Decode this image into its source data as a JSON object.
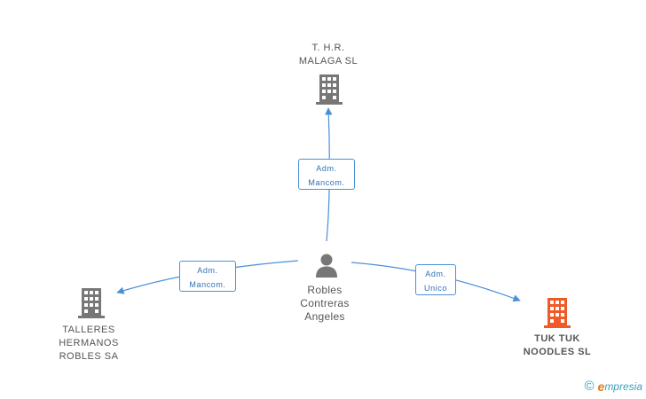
{
  "nodes": {
    "thr": {
      "lines": [
        "T. H.R.",
        "MALAGA SL"
      ]
    },
    "talleres": {
      "lines": [
        "TALLERES",
        "HERMANOS",
        "ROBLES SA"
      ]
    },
    "tuktuk": {
      "lines": [
        "TUK TUK",
        "NOODLES  SL"
      ]
    },
    "person": {
      "lines": [
        "Robles",
        "Contreras",
        "Angeles"
      ]
    }
  },
  "edges": {
    "to_thr": {
      "lines": [
        "Adm.",
        "Mancom."
      ]
    },
    "to_talleres": {
      "lines": [
        "Adm.",
        "Mancom."
      ]
    },
    "to_tuktuk": {
      "lines": [
        "Adm.",
        "Unico"
      ]
    }
  },
  "colors": {
    "company": "#777777",
    "focus_company": "#f05a28",
    "person": "#777777",
    "edge": "#4a90d9"
  },
  "icons": {
    "company": "building-icon",
    "person": "person-icon"
  },
  "brand": {
    "copyright": "©",
    "initial": "e",
    "name": "mpresia"
  }
}
